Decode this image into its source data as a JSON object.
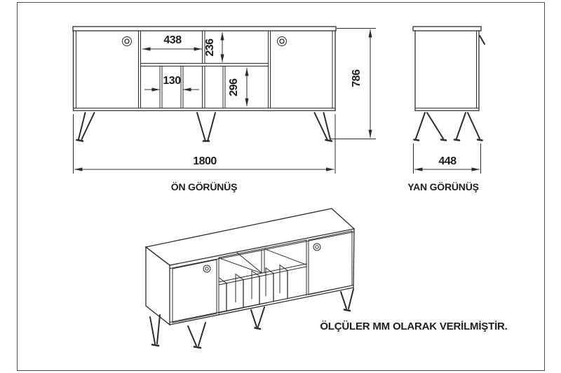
{
  "note": "ÖLÇÜLER MM OLARAK VERİLMİŞTİR.",
  "views": {
    "front": {
      "label": "ÖN GÖRÜNÜŞ",
      "dims": {
        "width": "1800",
        "height": "786",
        "shelf_width": "438",
        "shelf_height": "236",
        "slot_width": "130",
        "lower_height": "296"
      }
    },
    "side": {
      "label": "YAN GÖRÜNÜŞ",
      "dims": {
        "depth": "448"
      }
    }
  },
  "colors": {
    "line": "#2c2c2c",
    "text": "#1e1e1e",
    "background": "#ffffff",
    "border": "#4d4d4d"
  }
}
